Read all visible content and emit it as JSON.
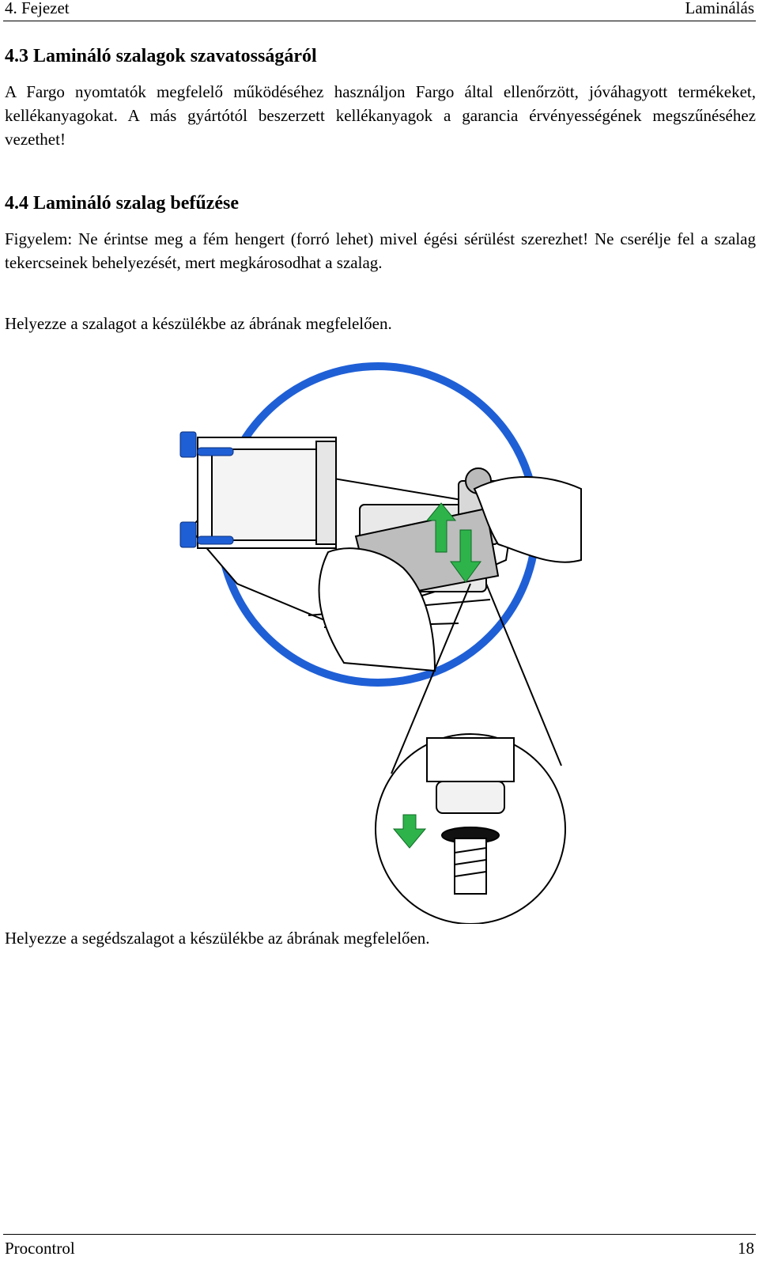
{
  "header": {
    "chapter": "4. Fejezet",
    "section": "Laminálás"
  },
  "section_4_3": {
    "title": "4.3 Lamináló szalagok szavatosságáról",
    "text": "A Fargo nyomtatók megfelelő működéséhez használjon Fargo által ellenőrzött, jóváhagyott termékeket, kellékanyagokat. A más gyártótól beszerzett kellékanyagok a garancia érvényességének megszűnéséhez vezethet!"
  },
  "section_4_4": {
    "title": "4.4 Lamináló szalag befűzése",
    "warning": "Figyelem: Ne érintse meg a fém hengert (forró lehet) mivel égési sérülést szerezhet! Ne cserélje fel a szalag tekercseinek behelyezését, mert megkárosodhat a szalag.",
    "instruction_1": "Helyezze a szalagot a készülékbe az ábrának megfelelően.",
    "instruction_2": "Helyezze a segédszalagot a készülékbe az ábrának megfelelően."
  },
  "figure": {
    "circle_color": "#1f5fd6",
    "arrow_color": "#2db34a",
    "handle_color": "#1f5fd6"
  },
  "footer": {
    "company": "Procontrol",
    "page": "18"
  }
}
